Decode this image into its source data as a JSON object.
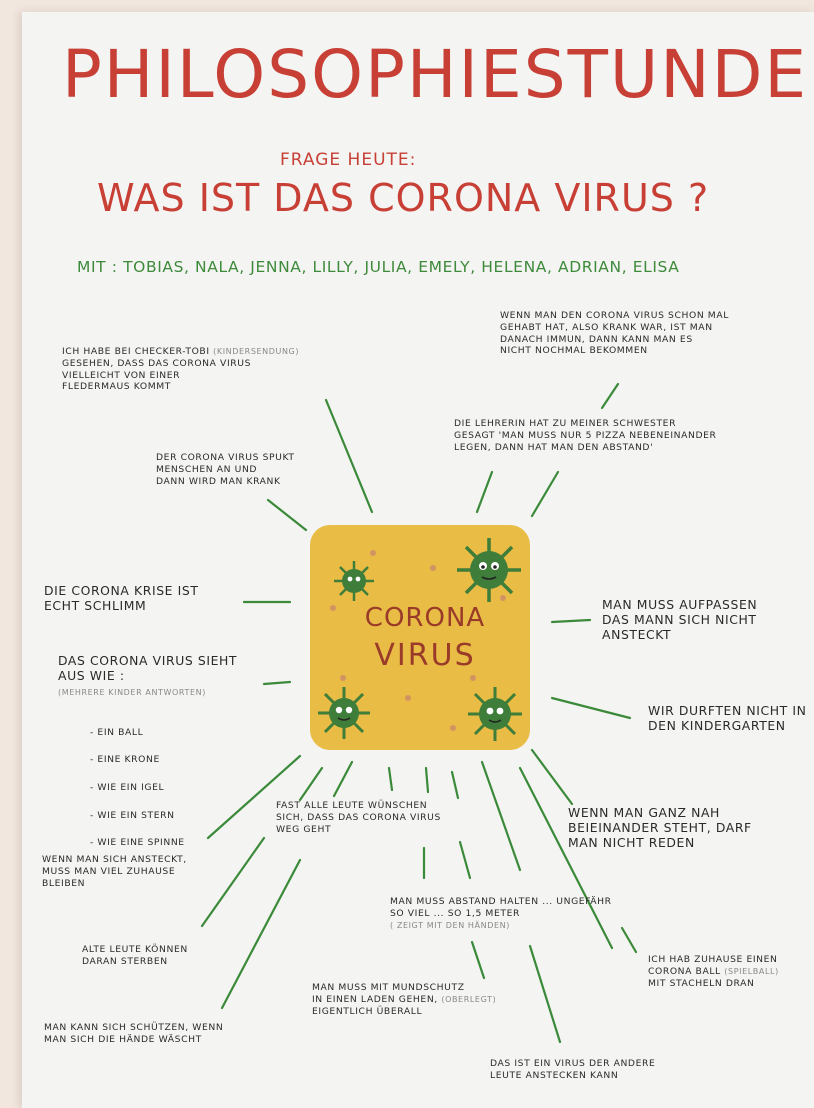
{
  "poster": {
    "title": "PHILOSOPHIESTUNDE",
    "subtitle": "FRAGE HEUTE:",
    "question": "WAS IST DAS CORONA VIRUS ?",
    "participants": "MIT : TOBIAS, NALA, JENNA, LILLY, JULIA, EMELY, HELENA, ADRIAN, ELISA"
  },
  "center": {
    "corona": "CORONA",
    "virus": "VIRUS"
  },
  "notes": {
    "checker_tobi": "ICH HABE BEI CHECKER-TOBI",
    "checker_tobi_gray": "(KINDERSENDUNG)",
    "checker_tobi_rest": "GESEHEN, DASS DAS CORONA VIRUS\nVIELLEICHT VON EINER\nFLEDERMAUS KOMMT",
    "immun": "WENN MAN DEN CORONA VIRUS SCHON MAL\nGEHABT HAT, ALSO KRANK WAR, IST MAN\nDANACH IMMUN, DANN KANN MAN ES\nNICHT NOCHMAL BEKOMMEN",
    "lehrerin": "DIE LEHRERIN HAT ZU MEINER SCHWESTER\nGESAGT 'MAN MUSS NUR 5 PIZZA NEBENEINANDER\nLEGEN, DANN HAT MAN DEN ABSTAND'",
    "spukt": "DER CORONA VIRUS SPUKT\nMENSCHEN AN UND\nDANN WIRD MAN KRANK",
    "krise": "DIE CORONA KRISE IST\nECHT SCHLIMM",
    "aufpassen": "MAN MUSS AUFPASSEN\nDAS MANN SICH NICHT\nANSTECKT",
    "aussehen": "DAS CORONA VIRUS SIEHT\nAUS WIE :",
    "aussehen_gray": "(MEHRERE KINDER ANTWORTEN)",
    "aussehen_items": [
      "- EIN BALL",
      "- EINE KRONE",
      "- WIE EIN IGEL",
      "- WIE EIN STERN",
      "- WIE EINE SPINNE"
    ],
    "kindergarten": "WIR DURFTEN NICHT IN\nDEN KINDERGARTEN",
    "nah": "WENN MAN GANZ NAH\nBEIEINANDER STEHT, DARF\nMAN NICHT REDEN",
    "weggeht": "FAST ALLE LEUTE WÜNSCHEN\nSICH, DASS DAS CORONA VIRUS\nWEG GEHT",
    "zuhause": "WENN MAN SICH ANSTECKT,\nMUSS MAN VIEL ZUHAUSE\nBLEIBEN",
    "abstand": "MAN MUSS ABSTAND HALTEN ... UNGEFÄHR\nSO VIEL ... SO 1,5 METER",
    "abstand_gray": "( ZEIGT MIT DEN HÄNDEN)",
    "sterben": "ALTE LEUTE KÖNNEN\nDARAN STERBEN",
    "ball": "ICH HAB ZUHAUSE EINEN\nCORONA BALL",
    "ball_gray": "(SPIELBALL)",
    "ball_rest": "MIT STACHELN DRAN",
    "mundschutz": "MAN MUSS MIT MUNDSCHUTZ\nIN EINEN LADEN GEHEN,",
    "mundschutz_gray": "(OBERLEGT)",
    "mundschutz_rest": "EIGENTLICH ÜBERALL",
    "haende": "MAN KANN SICH SCHÜTZEN, WENN\nMAN SICH DIE HÄNDE WÄSCHT",
    "anstecken": "DAS IST EIN VIRUS DER ANDERE\nLEUTE ANSTECKEN KANN"
  },
  "colors": {
    "title_red": "#c73f35",
    "line_green": "#3b8a3a",
    "box_yellow": "#e8bc45",
    "virus_green": "#3f7d3a"
  }
}
